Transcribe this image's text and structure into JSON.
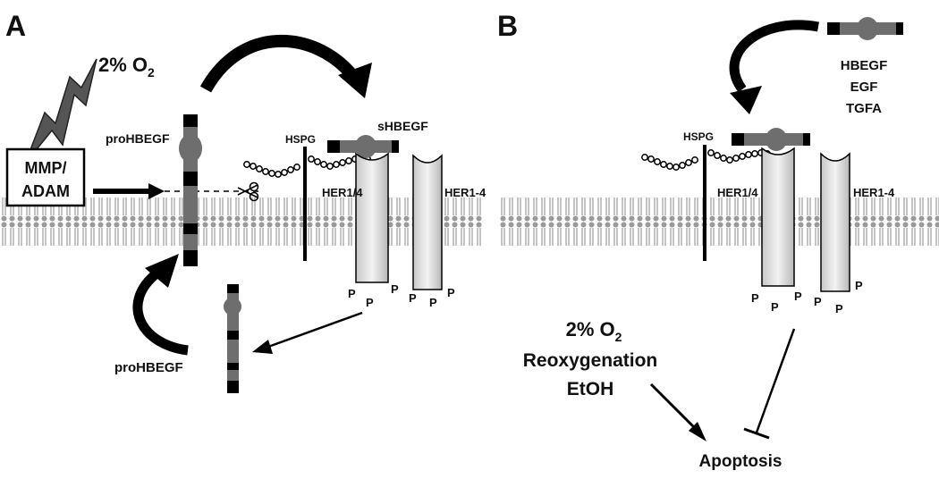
{
  "panel_a": {
    "label": "A",
    "oxygen": {
      "main": "2% O",
      "sub": "2"
    },
    "mmp_line1": "MMP/",
    "mmp_line2": "ADAM",
    "prohbegf_top": "proHBEGF",
    "prohbegf_bottom": "proHBEGF",
    "hspg": "HSPG",
    "shbegf": "sHBEGF",
    "her14": "HER1/4",
    "her1to4": "HER1-4",
    "phospho": "P"
  },
  "panel_b": {
    "label": "B",
    "ligands": [
      "HBEGF",
      "EGF",
      "TGFA"
    ],
    "hspg": "HSPG",
    "her14": "HER1/4",
    "her1to4": "HER1-4",
    "phospho": "P",
    "stress": {
      "oxygen_main": "2% O",
      "oxygen_sub": "2",
      "line2": "Reoxygenation",
      "line3": "EtOH"
    },
    "apoptosis": "Apoptosis"
  },
  "colors": {
    "membrane": "#9a9a9a",
    "ligand_gray": "#6e6e6e",
    "bolt": "#555555",
    "receptor_light": "#e6e6e6",
    "receptor_dark": "#b5b5b5"
  }
}
